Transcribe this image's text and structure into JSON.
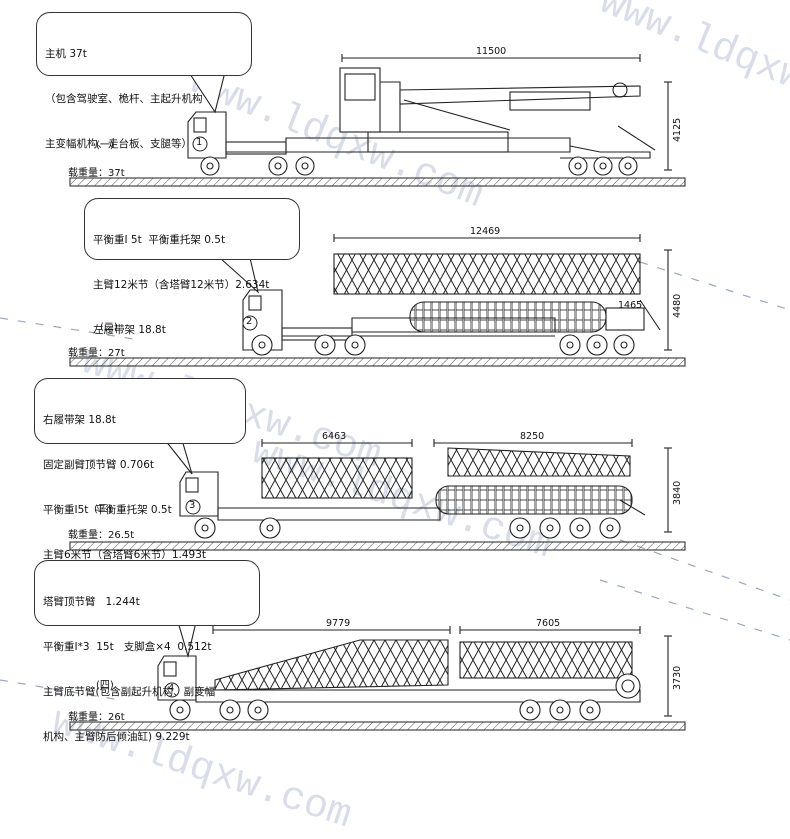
{
  "panels": [
    {
      "section": "(一)",
      "number": "1",
      "callout": [
        "主机 37t",
        "（包含驾驶室、桅杆、主起升机构",
        "主变幅机构、走台板、支腿等）"
      ],
      "load": "载重量：37t",
      "dims": [
        "11500",
        "4125"
      ]
    },
    {
      "section": "(二)",
      "number": "2",
      "callout": [
        "平衡重Ⅰ 5t  平衡重托架 0.5t",
        "主臂12米节（含塔臂12米节）2.634t",
        "左履带架 18.8t"
      ],
      "load": "载重量：27t",
      "dims": [
        "12469",
        "1465",
        "4480"
      ]
    },
    {
      "section": "(三)",
      "number": "3",
      "callout": [
        "右履带架 18.8t",
        "固定副臂顶节臂 0.706t",
        "平衡重Ⅰ5t  平衡重托架 0.5t",
        "主臂6米节（含塔臂6米节）1.493t"
      ],
      "load": "载重量：26.5t",
      "dims": [
        "6463",
        "8250",
        "3840"
      ]
    },
    {
      "section": "(四)",
      "number": "4",
      "callout": [
        "塔臂顶节臂   1.244t",
        "平衡重Ⅰ*3  15t   支脚盒×4  0.512t",
        "主臂底节臂(包含副起升机构、副变幅",
        "机构、主臂防后倾油缸) 9.229t"
      ],
      "load": "载重量：26t",
      "dims": [
        "9779",
        "7605",
        "3730"
      ]
    }
  ],
  "watermarks": [
    "www.ldqxw.com",
    "www.ldqxw.com",
    "www.ldqxw.com",
    "www.ldqxw.com",
    "www.ldqxw.com"
  ],
  "colors": {
    "line": "#222222",
    "ground": "#555555",
    "watermark": "#b9c3d8"
  }
}
